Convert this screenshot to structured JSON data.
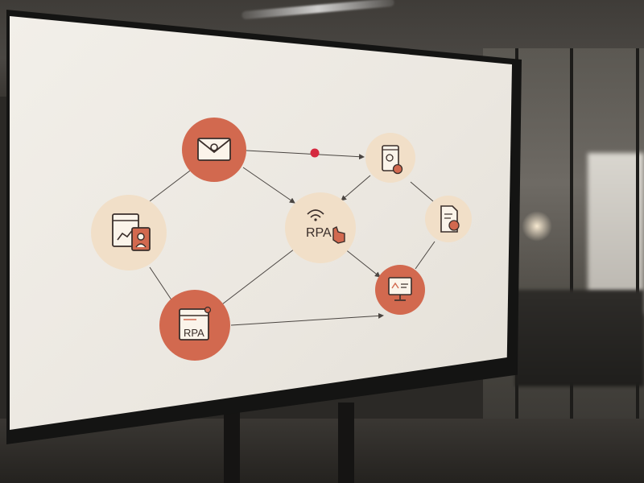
{
  "diagram": {
    "node_labels": {
      "center": "RPA",
      "bottom_left": "RPA"
    },
    "colors": {
      "primary_node": "#d2694f",
      "light_node": "#f1dfc8",
      "icon_stroke": "#3a2e2a",
      "icon_fill_light": "#fbf4ea",
      "accent": "#d2694f",
      "connector_dot": "#d5283f",
      "edge": "#4a4541"
    },
    "nodes": [
      {
        "id": "email",
        "style": "primary",
        "icon": "email-gear-icon"
      },
      {
        "id": "browser-profile",
        "style": "light",
        "icon": "browser-chart-badge-icon"
      },
      {
        "id": "rpa-bot",
        "style": "light",
        "icon": "rpa-wifi-hand-icon"
      },
      {
        "id": "mobile-alert",
        "style": "light",
        "icon": "phone-bug-user-icon"
      },
      {
        "id": "document-user",
        "style": "light",
        "icon": "document-user-icon"
      },
      {
        "id": "rpa-window",
        "style": "primary",
        "icon": "rpa-window-icon"
      },
      {
        "id": "monitor",
        "style": "primary",
        "icon": "monitor-chart-icon"
      }
    ]
  }
}
